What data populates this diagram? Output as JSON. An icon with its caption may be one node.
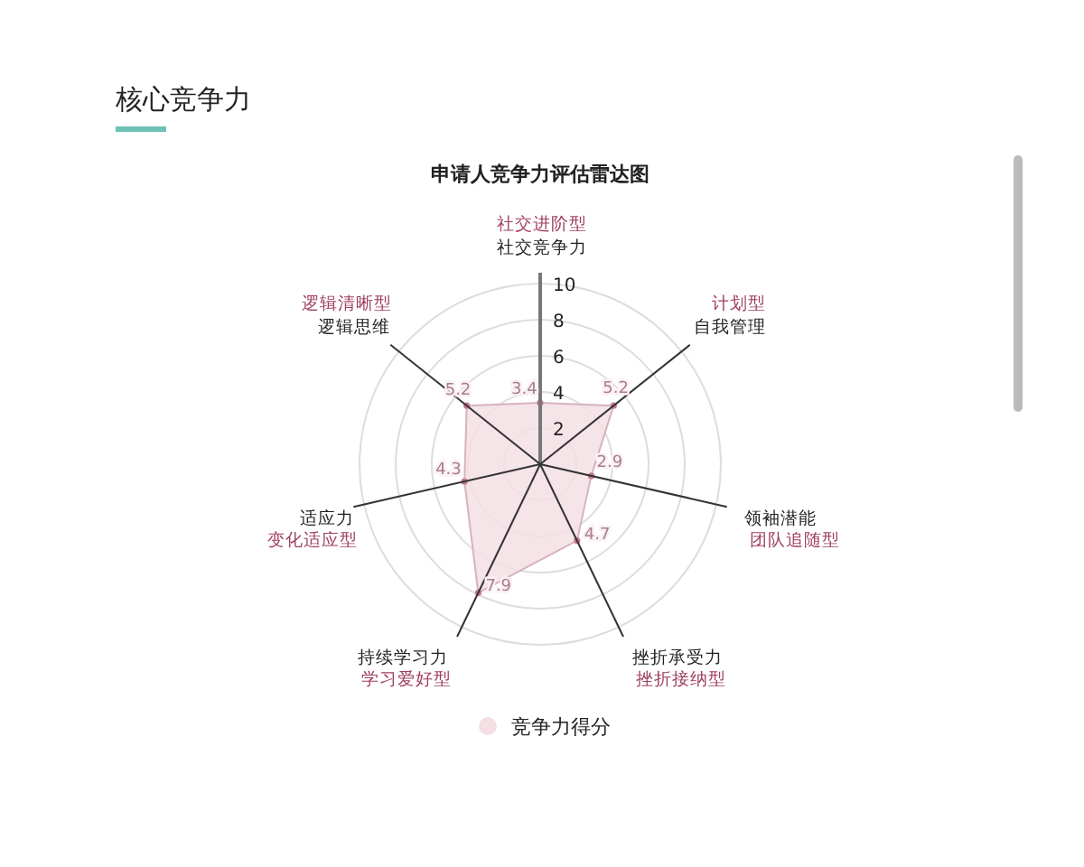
{
  "diagram": {
    "title": "核心竞争力",
    "labels": [
      "申请人竞争力评估雷达图",
      "社交进阶型",
      "社交竞争力",
      "逻辑清晰型",
      "逻辑思维",
      "计划型",
      "自我管理",
      "10",
      "8",
      "6",
      "4",
      "2",
      "5.2",
      "3.4",
      "5.2",
      "4.3",
      "2.9",
      "4.7",
      "7.9",
      "适应力",
      "变化适应型",
      "领袖潜能",
      "团队追随型",
      "持续学习力",
      "学习爱好型",
      "挫折承受力",
      "挫折接纳型"
    ],
    "legend": [
      {
        "text": "竞争力得分",
        "color": "#f3dfe4"
      }
    ]
  }
}
